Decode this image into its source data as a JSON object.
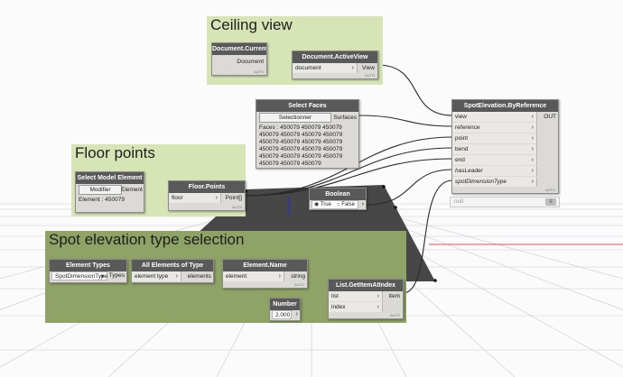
{
  "groups": {
    "ceiling": {
      "title": "Ceiling view",
      "color": "#d6e4b6"
    },
    "floor": {
      "title": "Floor points",
      "color": "#d6e4b6"
    },
    "spot": {
      "title": "Spot elevation type selection",
      "color": "#8fa366"
    }
  },
  "nodes": {
    "doc_current": {
      "title": "Document.Current",
      "output": "Document",
      "tag": "AUTO"
    },
    "doc_active": {
      "title": "Document.ActiveView",
      "input": "document",
      "output": "View",
      "tag": "AUTO"
    },
    "select_faces": {
      "title": "Select Faces",
      "button": "Selectionner",
      "output": "Surfaces",
      "lines": [
        "Faces : 450079 450079 450079",
        "450079 450079 450079 450079",
        "450079 450079 450079 450079",
        "450079 450079 450079 450079",
        "450079 450079 450079 450079",
        "450079 450079 450079"
      ]
    },
    "spot_ref": {
      "title": "SpotElevation.ByReference",
      "inputs": [
        "view",
        "reference",
        "point",
        "bend",
        "end",
        "hasLeader",
        "spotDimensionType"
      ],
      "output": "OUT",
      "preview": "null",
      "tag": "AUTO"
    },
    "select_model": {
      "title": "Select Model Element",
      "button": "Modifier",
      "output": "Element",
      "value": "Element : 450079"
    },
    "floor_points": {
      "title": "Floor.Points",
      "input": "floor",
      "output": "Point[]",
      "tag": "AUTO"
    },
    "boolean": {
      "title": "Boolean",
      "true_label": "True",
      "false_label": "False",
      "selected": "True"
    },
    "element_types": {
      "title": "Element Types",
      "selected": "SpotDimensionType",
      "output": "Types"
    },
    "all_elements": {
      "title": "All Elements of Type",
      "input": "element type",
      "output": "elements"
    },
    "element_name": {
      "title": "Element.Name",
      "input": "element",
      "output": "string",
      "tag": "AUTO"
    },
    "get_item": {
      "title": "List.GetItemAtIndex",
      "inputs": [
        "list",
        "index"
      ],
      "output": "item",
      "tag": "AUTO"
    },
    "number": {
      "title": "Number",
      "value": "2.000"
    }
  }
}
